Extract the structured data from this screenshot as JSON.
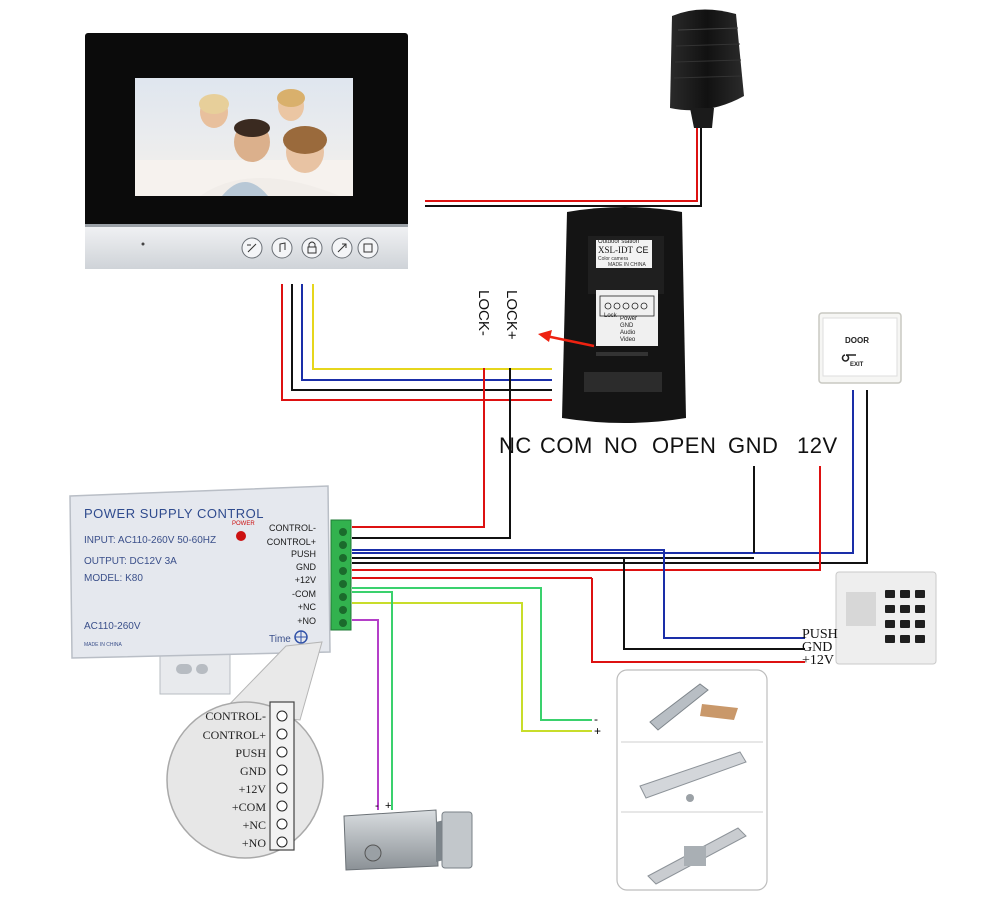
{
  "top_labels": [
    "NC",
    "COM",
    "NO",
    "OPEN",
    "GND",
    "12V"
  ],
  "lock_labels": {
    "lock_plus": "LOCK+",
    "lock_minus": "LOCK-"
  },
  "psu": {
    "title": "POWER SUPPLY CONTROL",
    "input": "INPUT: AC110-260V 50-60HZ",
    "output": "OUTPUT: DC12V 3A",
    "model": "MODEL: K80",
    "ac": "AC110-260V",
    "made": "MADE IN CHINA",
    "power": "POWER",
    "time": "Time",
    "terminals": [
      "CONTROL-",
      "CONTROL+",
      "PUSH",
      "GND",
      "+12V",
      "-COM",
      "+NC",
      "+NO"
    ]
  },
  "zoom_terminals": [
    "CONTROL-",
    "CONTROL+",
    "PUSH",
    "GND",
    "+12V",
    "+COM",
    "+NC",
    "+NO"
  ],
  "outdoor": {
    "title": "Outdoor station",
    "model": "XSL-IDT",
    "ce": "CE",
    "sub": "Color camera",
    "made": "MADE IN CHINA",
    "pins": [
      "Lock",
      "Power",
      "GND",
      "Audio",
      "Video"
    ]
  },
  "exit_button": {
    "top": "DOOR",
    "bottom": "EXIT"
  },
  "keypad": {
    "labels": [
      "PUSH",
      "GND",
      "+12V"
    ]
  },
  "lock_polarity": {
    "minus": "-",
    "plus": "+"
  },
  "bolt_polarity": {
    "minus": "-",
    "plus": "+"
  }
}
